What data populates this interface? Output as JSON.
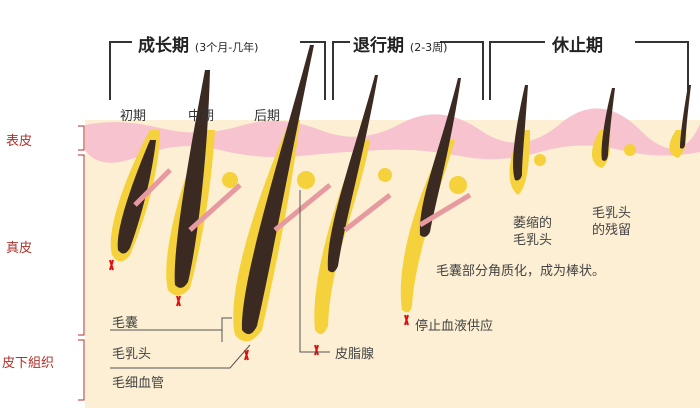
{
  "phases": [
    {
      "name": "成长期",
      "duration": "(3个月-几年)"
    },
    {
      "name": "退行期",
      "duration": "(2-3周)"
    },
    {
      "name": "休止期",
      "duration": ""
    }
  ],
  "stages": [
    "初期",
    "中期",
    "后期"
  ],
  "layers": [
    "表皮",
    "真皮",
    "皮下組织"
  ],
  "labels": {
    "follicle": "毛囊",
    "papilla": "毛乳头",
    "capillary": "毛细血管",
    "sebaceous": "皮脂腺",
    "stop_blood": "停止血液供应",
    "atrophied": "萎缩的",
    "atrophied2": "毛乳头",
    "remnant": "毛乳头",
    "remnant2": "的残留",
    "keratinized": "毛囊部分角质化，成为棒状。"
  },
  "colors": {
    "skin": "#fcefd3",
    "epidermis": "#f6c3cf",
    "follicle": "#f5d13c",
    "hair": "#3a2a22",
    "layer_text": "#b0302a"
  }
}
